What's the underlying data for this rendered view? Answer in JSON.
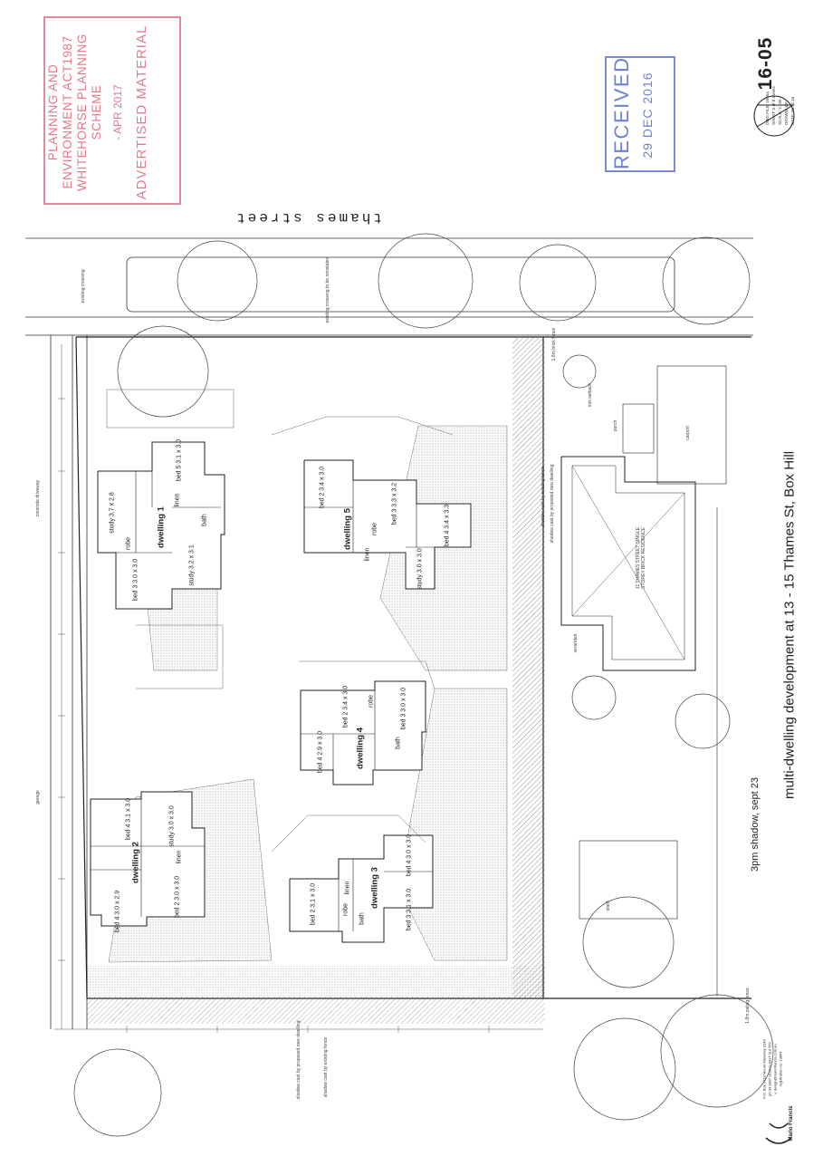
{
  "title": "multi-dwelling development at 13 - 15 Thames St, Box Hill",
  "caption": "3pm shadow, sept 23",
  "street": "thames street",
  "drawing_number": "16-05",
  "stamps": {
    "planning": {
      "line1": "PLANNING AND",
      "line2": "ENVIRONMENT ACT1987",
      "line3": "WHITEHORSE PLANNING SCHEME",
      "date": "- APR 2017",
      "label": "ADVERTISED MATERIAL",
      "color": "#e27a8c"
    },
    "received": {
      "label": "RECEIVED",
      "date": "29 DEC 2016",
      "color": "#6f7fd4"
    }
  },
  "dwellings": [
    {
      "label": "dwelling 1",
      "rooms": [
        {
          "name": "bed 5",
          "size": "3.1 x 3.0"
        },
        {
          "name": "study",
          "size": "3.7 x 2.8"
        },
        {
          "name": "study",
          "size": "3.2 x 3.1"
        },
        {
          "name": "bed 3",
          "size": "3.0 x 3.0"
        },
        {
          "name": "bath",
          "size": ""
        },
        {
          "name": "robe",
          "size": ""
        },
        {
          "name": "linen",
          "size": ""
        }
      ]
    },
    {
      "label": "dwelling 2",
      "rooms": [
        {
          "name": "bed 4",
          "size": "3.1 x 3.0"
        },
        {
          "name": "study",
          "size": "3.0 x 3.0"
        },
        {
          "name": "bed 4",
          "size": "3.0 x 2.9"
        },
        {
          "name": "bed 2",
          "size": "3.0 x 3.0"
        },
        {
          "name": "linen",
          "size": ""
        }
      ]
    },
    {
      "label": "dwelling 3",
      "rooms": [
        {
          "name": "bed 4",
          "size": "3.0 x 3.0"
        },
        {
          "name": "bed 2",
          "size": "3.1 x 3.0"
        },
        {
          "name": "bed 3",
          "size": "3.1 x 3.0"
        },
        {
          "name": "bath",
          "size": ""
        },
        {
          "name": "robe",
          "size": ""
        },
        {
          "name": "linen",
          "size": ""
        }
      ]
    },
    {
      "label": "dwelling 4",
      "rooms": [
        {
          "name": "bed 2",
          "size": "3.4 x 3.0"
        },
        {
          "name": "bed 3",
          "size": "3.0 x 3.0"
        },
        {
          "name": "bed 4",
          "size": "2.9 x 3.0"
        },
        {
          "name": "bath",
          "size": ""
        },
        {
          "name": "robe",
          "size": ""
        }
      ]
    },
    {
      "label": "dwelling 5",
      "rooms": [
        {
          "name": "bed 2",
          "size": "3.4 x 3.0"
        },
        {
          "name": "bed 3",
          "size": "3.3 x 3.2"
        },
        {
          "name": "bed 4",
          "size": "3.4 x 3.3"
        },
        {
          "name": "study",
          "size": "3.0 x 3.0"
        },
        {
          "name": "robe",
          "size": ""
        },
        {
          "name": "linen",
          "size": ""
        }
      ]
    }
  ],
  "annotations": {
    "existing_residence": "11 THAMES STREET SINGLE STOREY BRICK RESIDENCE",
    "shadow_existing": "shadow cast by existing fence",
    "shadow_new": "shadow cast by proposed new dwelling",
    "garage": "garage",
    "concrete_driveway": "concrete driveway",
    "shed": "shed",
    "porch": "porch",
    "carport": "carport",
    "verandah": "verandah",
    "paling_fence": "1.8m paling fence",
    "brick_fence": "1.8m brick fence",
    "setback": "min setback",
    "existing_crossing": "existing crossing",
    "to_be_removed": "existing crossing to be reinstated"
  },
  "architect": {
    "name": "Mario Francis",
    "address": "P.O. Box 2719 Mount Waverley 3149",
    "phone": "ph 03 9807 0120  m 0417 119 552",
    "email": "e design@mariofrancis.com.au",
    "reg": "registration no. 13864"
  },
  "sheet_meta": {
    "file": "DWG FILE: 1605a",
    "sheet": "SHEET: 5 of 8 sheets",
    "scale": "SCALE: 1:100",
    "drawn": "DRAWN: MF",
    "date": "DATE: 09.11.16"
  }
}
